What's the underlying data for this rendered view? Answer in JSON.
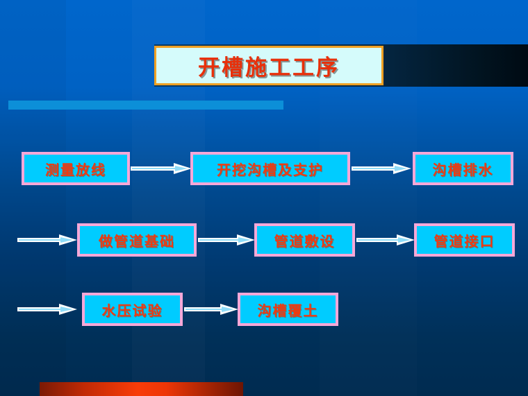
{
  "slide": {
    "title": "开槽施工工序",
    "title_text_color": "#e8300a",
    "title_fill_color": "#d5fbfb",
    "title_border_color": "#f0a022",
    "background_top_color": "#0066cc",
    "background_bottom_color": "#002b50",
    "accent_bar_color": "#0c8fd8",
    "bottom_bar_color": "#f83c08",
    "node_fill_color": "#00ccff",
    "node_border_color": "#f7a8d8",
    "node_text_color": "#f03a10",
    "arrow_color": "#ffffff"
  },
  "flowchart": {
    "type": "process-flow",
    "rows": [
      {
        "nodes": [
          {
            "id": "n1",
            "label": "测量放线"
          },
          {
            "id": "n2",
            "label": "开挖沟槽及支护"
          },
          {
            "id": "n3",
            "label": "沟槽排水"
          }
        ]
      },
      {
        "nodes": [
          {
            "id": "n4",
            "label": "做管道基础"
          },
          {
            "id": "n5",
            "label": "管道敷设"
          },
          {
            "id": "n6",
            "label": "管道接口"
          }
        ]
      },
      {
        "nodes": [
          {
            "id": "n7",
            "label": "水压试验"
          },
          {
            "id": "n8",
            "label": "沟槽覆土"
          }
        ]
      }
    ],
    "connections": [
      {
        "from": "n1",
        "to": "n2"
      },
      {
        "from": "n2",
        "to": "n3"
      },
      {
        "from": "n3",
        "to": "n4"
      },
      {
        "from": "n4",
        "to": "n5"
      },
      {
        "from": "n5",
        "to": "n6"
      },
      {
        "from": "n6",
        "to": "n7"
      },
      {
        "from": "n7",
        "to": "n8"
      }
    ]
  }
}
